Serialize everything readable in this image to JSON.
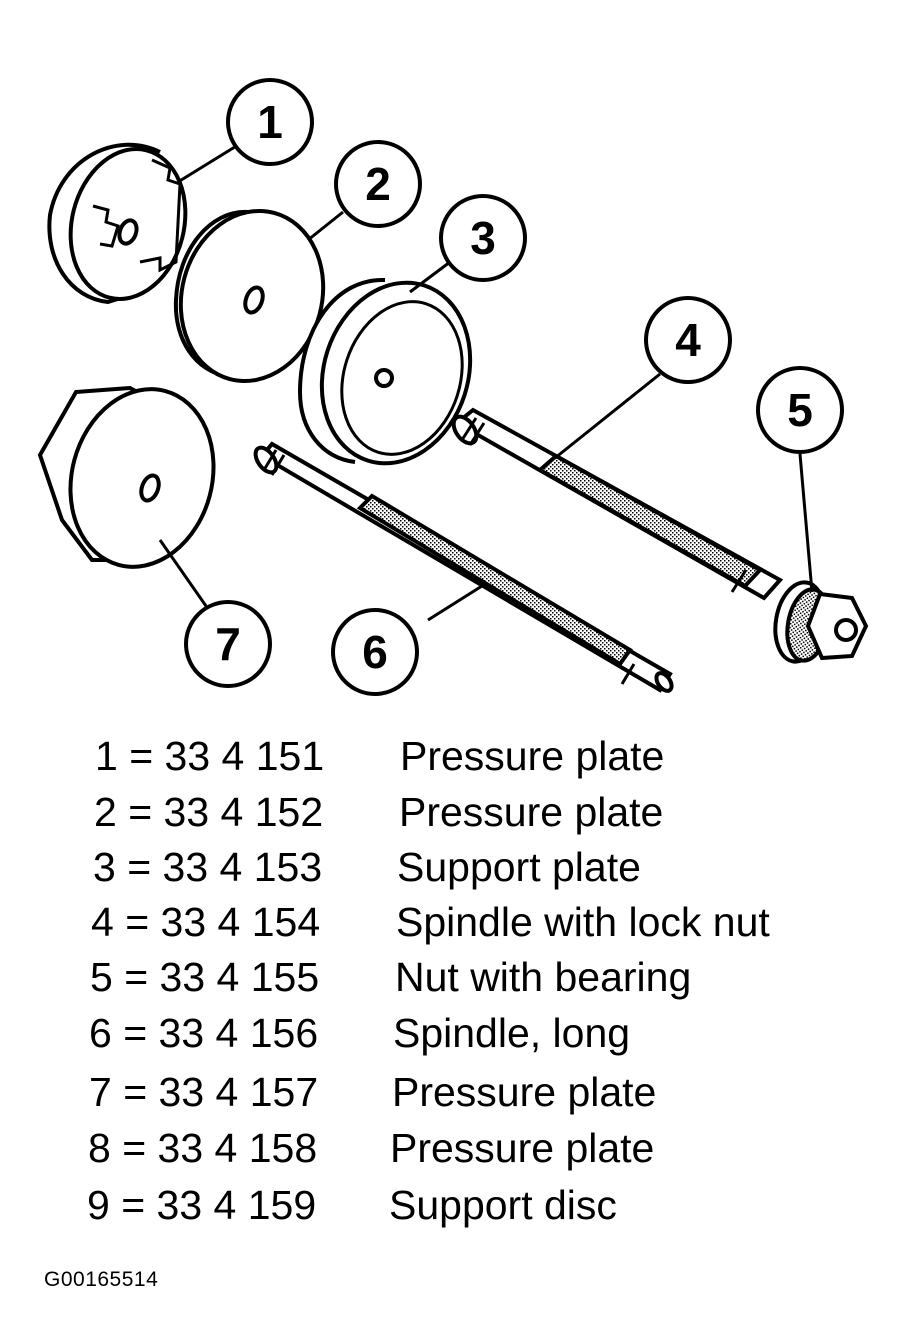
{
  "callouts": {
    "c1": "1",
    "c2": "2",
    "c3": "3",
    "c4": "4",
    "c5": "5",
    "c6": "6",
    "c7": "7"
  },
  "parts_list": [
    {
      "number": "1",
      "part_no": "33 4 151",
      "description": "Pressure plate"
    },
    {
      "number": "2",
      "part_no": "33 4 152",
      "description": "Pressure plate"
    },
    {
      "number": "3",
      "part_no": "33 4 153",
      "description": "Support plate"
    },
    {
      "number": "4",
      "part_no": "33 4 154",
      "description": "Spindle with lock nut"
    },
    {
      "number": "5",
      "part_no": "33 4 155",
      "description": "Nut with bearing"
    },
    {
      "number": "6",
      "part_no": "33 4 156",
      "description": "Spindle, long"
    },
    {
      "number": "7",
      "part_no": "33 4 157",
      "description": "Pressure plate"
    },
    {
      "number": "8",
      "part_no": "33 4 158",
      "description": "Pressure plate"
    },
    {
      "number": "9",
      "part_no": "33 4 159",
      "description": "Support disc"
    }
  ],
  "figure_id": "G00165514"
}
